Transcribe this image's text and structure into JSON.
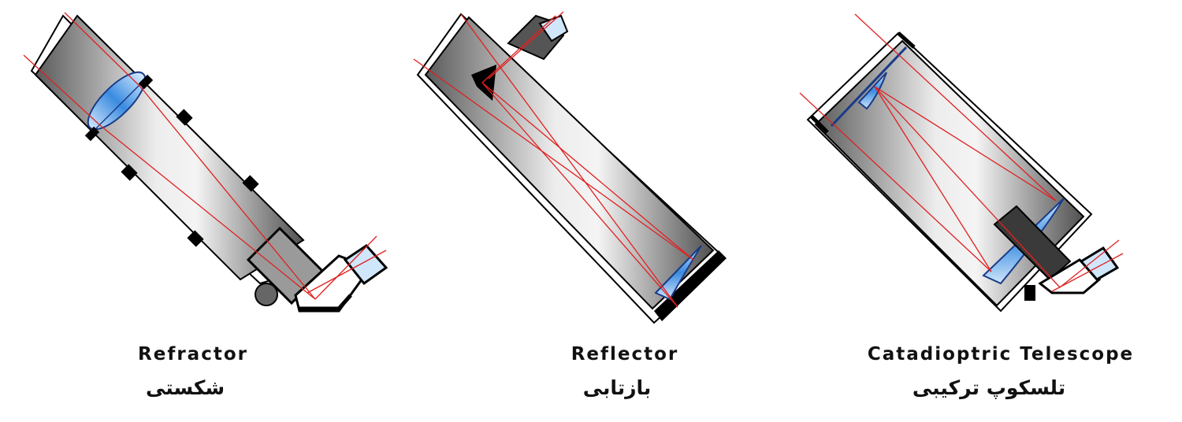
{
  "colors": {
    "tube_dark": "#555555",
    "tube_light": "#f0f0f0",
    "outline": "#000000",
    "ray": "#e02020",
    "glass": "#3a8be0",
    "glass_light": "#cfe6fb"
  },
  "refractor": {
    "label_en": "Refractor",
    "label_fa": "شکستی"
  },
  "reflector": {
    "label_en": "Reflector",
    "label_fa": "بازتابی"
  },
  "catadioptric": {
    "label_en": "Catadioptric Telescope",
    "label_fa": "تلسکوپ ترکیبی"
  }
}
